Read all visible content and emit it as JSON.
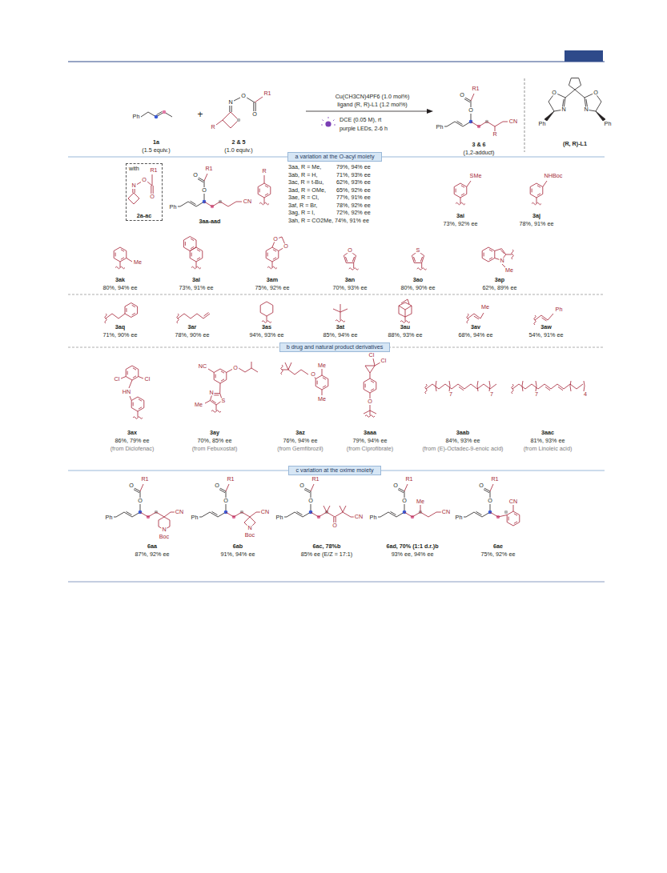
{
  "diagram": {
    "nodes": [
      {
        "text": [
          "a variation at the O-acyl moiety"
        ]
      },
      {
        "text": [
          "with",
          "2a-ac"
        ]
      },
      {
        "text": [
          "b drug and natural product derivatives"
        ]
      },
      {
        "text": [
          "c variation at the oxime moiety"
        ]
      }
    ],
    "labels": [
      "Ph",
      "1a",
      "(1.5 equiv.)",
      "+",
      "N",
      "O",
      "O",
      "R1",
      "R",
      "2 & 5",
      "(1.0 equiv.)",
      "Cu(CH3CN)4PF6 (1.0 mol%)",
      "ligand (R, R)-L1 (1.2 mol%)",
      "DCE (0.05 M), rt",
      "purple LEDs, 2-6 h",
      "R1",
      "O",
      "O",
      "Ph",
      "R",
      "CN",
      "3 & 6",
      "(1,2-adduct)",
      "O",
      "O",
      "N",
      "N",
      "Ph",
      "Ph",
      "(R, R)-L1",
      "N",
      "O",
      "O",
      "R1",
      "R1",
      "O",
      "O",
      "Ph",
      "CN",
      "3aa-aad",
      "R",
      "3aa, R = Me,",
      "79%, 94% ee",
      "3ab, R = H,",
      "71%, 93% ee",
      "3ac, R = t-Bu,",
      "62%, 93% ee",
      "3ad, R = OMe,",
      "65%, 92% ee",
      "3ae, R = Cl,",
      "77%, 91% ee",
      "3af, R = Br,",
      "78%, 92% ee",
      "3ag, R = I,",
      "72%, 92% ee",
      "3ah, R = CO2Me, 74%, 91% ee",
      "SMe",
      "3ai",
      "73%, 92% ee",
      "NHBoc",
      "3aj",
      "78%, 91% ee",
      "Me",
      "3ak",
      "80%, 94% ee",
      "3al",
      "73%, 91% ee",
      "O",
      "O",
      "3am",
      "75%, 92% ee",
      "O",
      "3an",
      "70%, 93% ee",
      "S",
      "3ao",
      "80%, 90% ee",
      "N",
      "Me",
      "3ap",
      "62%, 89% ee",
      "3aq",
      "71%, 90% ee",
      "3ar",
      "78%, 90% ee",
      "3as",
      "94%, 93% ee",
      "3at",
      "85%, 94% ee",
      "3au",
      "88%, 93% ee",
      "Me",
      "3av",
      "68%, 94% ee",
      "Ph",
      "3aw",
      "54%, 91% ee",
      "Cl",
      "Cl",
      "HN",
      "3ax",
      "86%, 79% ee",
      "(from Diclofenac)",
      "NC",
      "O",
      "N",
      "S",
      "Me",
      "3ay",
      "70%, 85% ee",
      "(from Febuxostat)",
      "Me",
      "O",
      "Me",
      "3az",
      "76%, 94% ee",
      "(from Gemfibrozil)",
      "Cl",
      "Cl",
      "O",
      "3aaa",
      "79%, 94% ee",
      "(from Ciprofibrate)",
      "7",
      "7",
      "3aab",
      "84%, 93% ee",
      "(from (E)-Octadec-9-enoic acid)",
      "7",
      "4",
      "3aac",
      "81%, 93% ee",
      "(from Linoleic acid)",
      "R1",
      "O",
      "O",
      "Ph",
      "CN",
      "N",
      "Boc",
      "6aa",
      "87%, 92% ee",
      "R1",
      "O",
      "O",
      "Ph",
      "CN",
      "N",
      "Boc",
      "6ab",
      "91%, 94% ee",
      "R1",
      "O",
      "O",
      "Ph",
      "O",
      "CN",
      "6ac, 78%b",
      "85% ee (E/Z = 17:1)",
      "R1",
      "O",
      "O",
      "Ph",
      "Me",
      "CN",
      "6ad, 70% (1:1 d.r.)b",
      "93% ee, 94% ee",
      "R1",
      "O",
      "O",
      "Ph",
      "CN",
      "6ae",
      "75%, 92% ee"
    ]
  }
}
